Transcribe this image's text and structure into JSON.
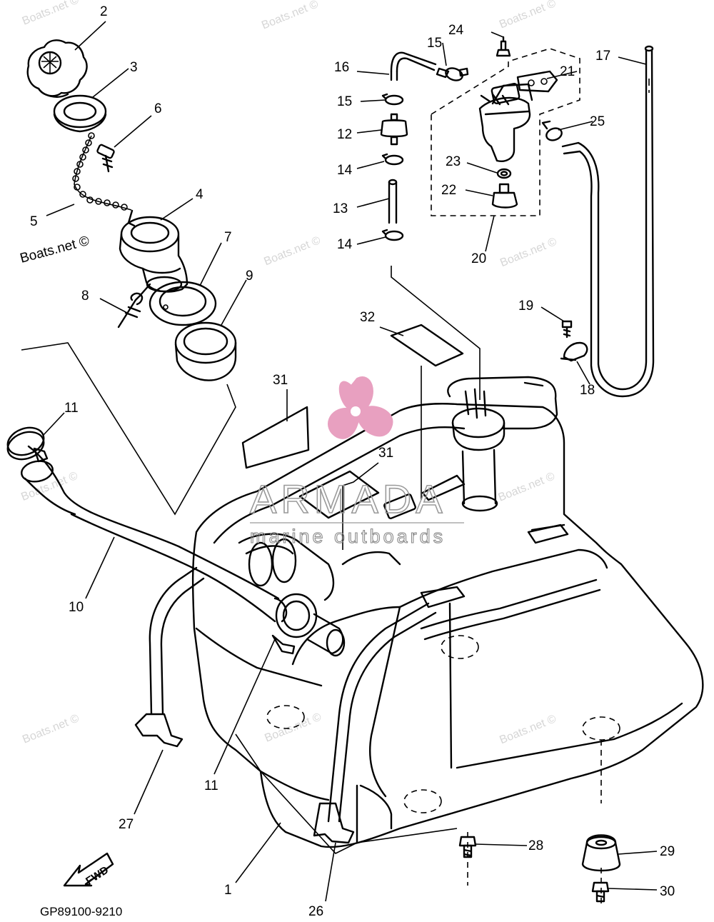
{
  "diagram": {
    "drawing_code": "GP89100-9210",
    "forward_label": "FWD",
    "watermark_primary": "Boats.net ©",
    "watermark_faded": "Boats.net ©",
    "brand": {
      "name": "ARMADA",
      "tagline": "marine outboards",
      "logo_color": "#e8a0c0"
    },
    "callouts": [
      "1",
      "2",
      "3",
      "4",
      "5",
      "6",
      "7",
      "8",
      "9",
      "10",
      "11",
      "11",
      "12",
      "13",
      "14",
      "14",
      "15",
      "15",
      "16",
      "17",
      "18",
      "19",
      "20",
      "21",
      "22",
      "23",
      "24",
      "25",
      "26",
      "27",
      "28",
      "29",
      "30",
      "31",
      "31",
      "32"
    ]
  }
}
